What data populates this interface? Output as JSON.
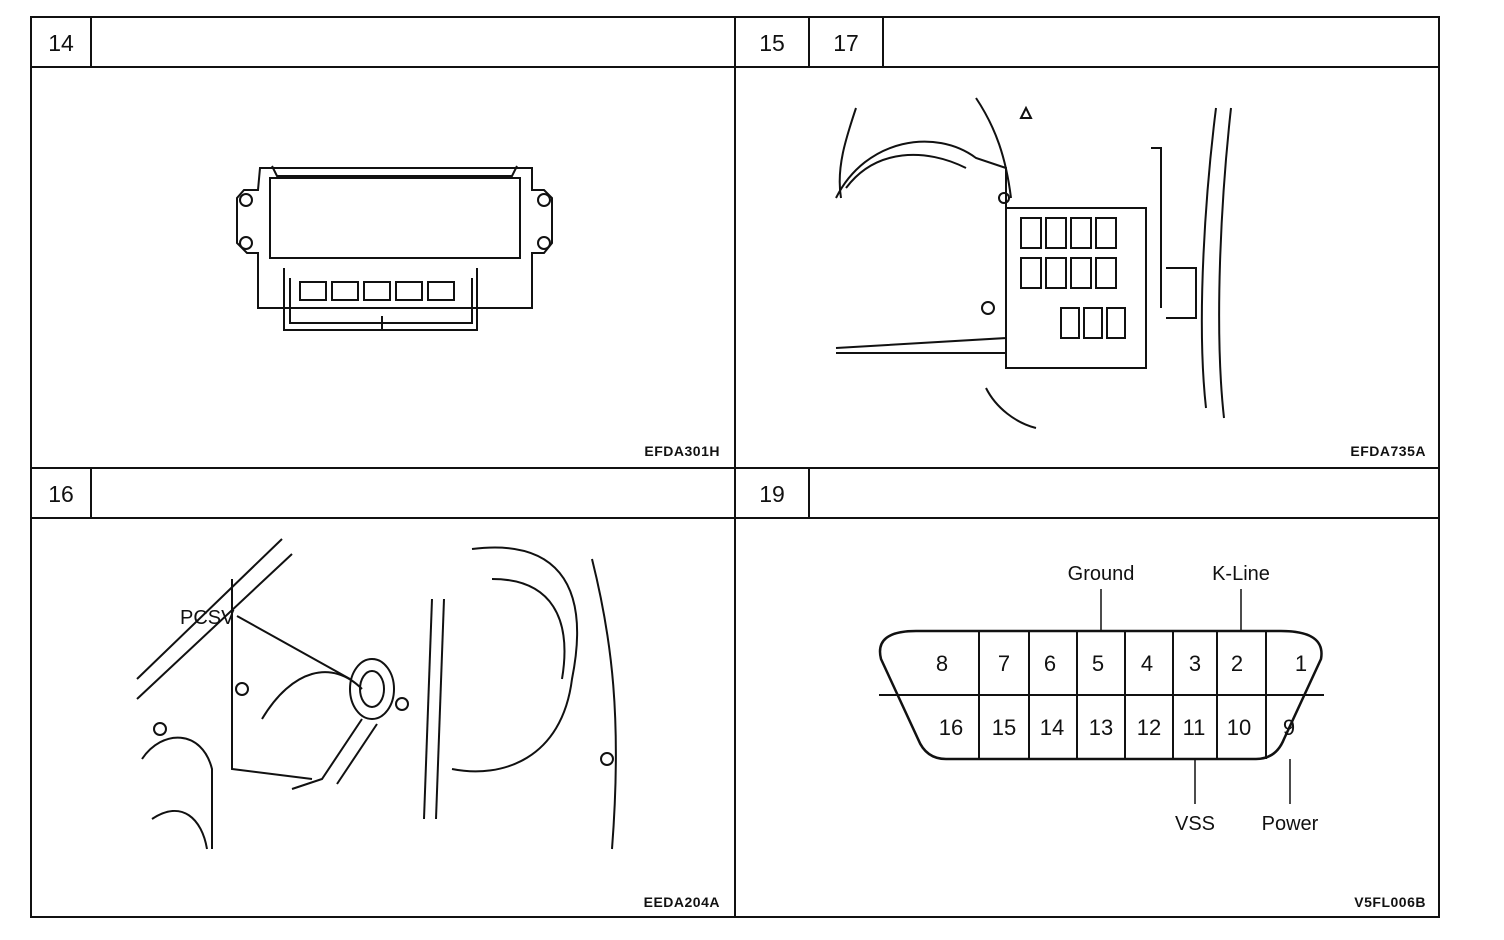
{
  "panels": {
    "p14": {
      "numbers": [
        "14"
      ],
      "code": "EFDA301H"
    },
    "p15": {
      "numbers": [
        "15",
        "17"
      ],
      "code": "EFDA735A"
    },
    "p16": {
      "numbers": [
        "16"
      ],
      "code": "EEDA204A",
      "callout": "PCSV"
    },
    "p19": {
      "numbers": [
        "19"
      ],
      "code": "V5FL006B"
    }
  },
  "connector": {
    "top_pins": [
      "8",
      "7",
      "6",
      "5",
      "4",
      "3",
      "2",
      "1"
    ],
    "bottom_pins": [
      "16",
      "15",
      "14",
      "13",
      "12",
      "11",
      "10",
      "9"
    ],
    "labels": {
      "ground": "Ground",
      "kline": "K-Line",
      "vss": "VSS",
      "power": "Power"
    }
  }
}
